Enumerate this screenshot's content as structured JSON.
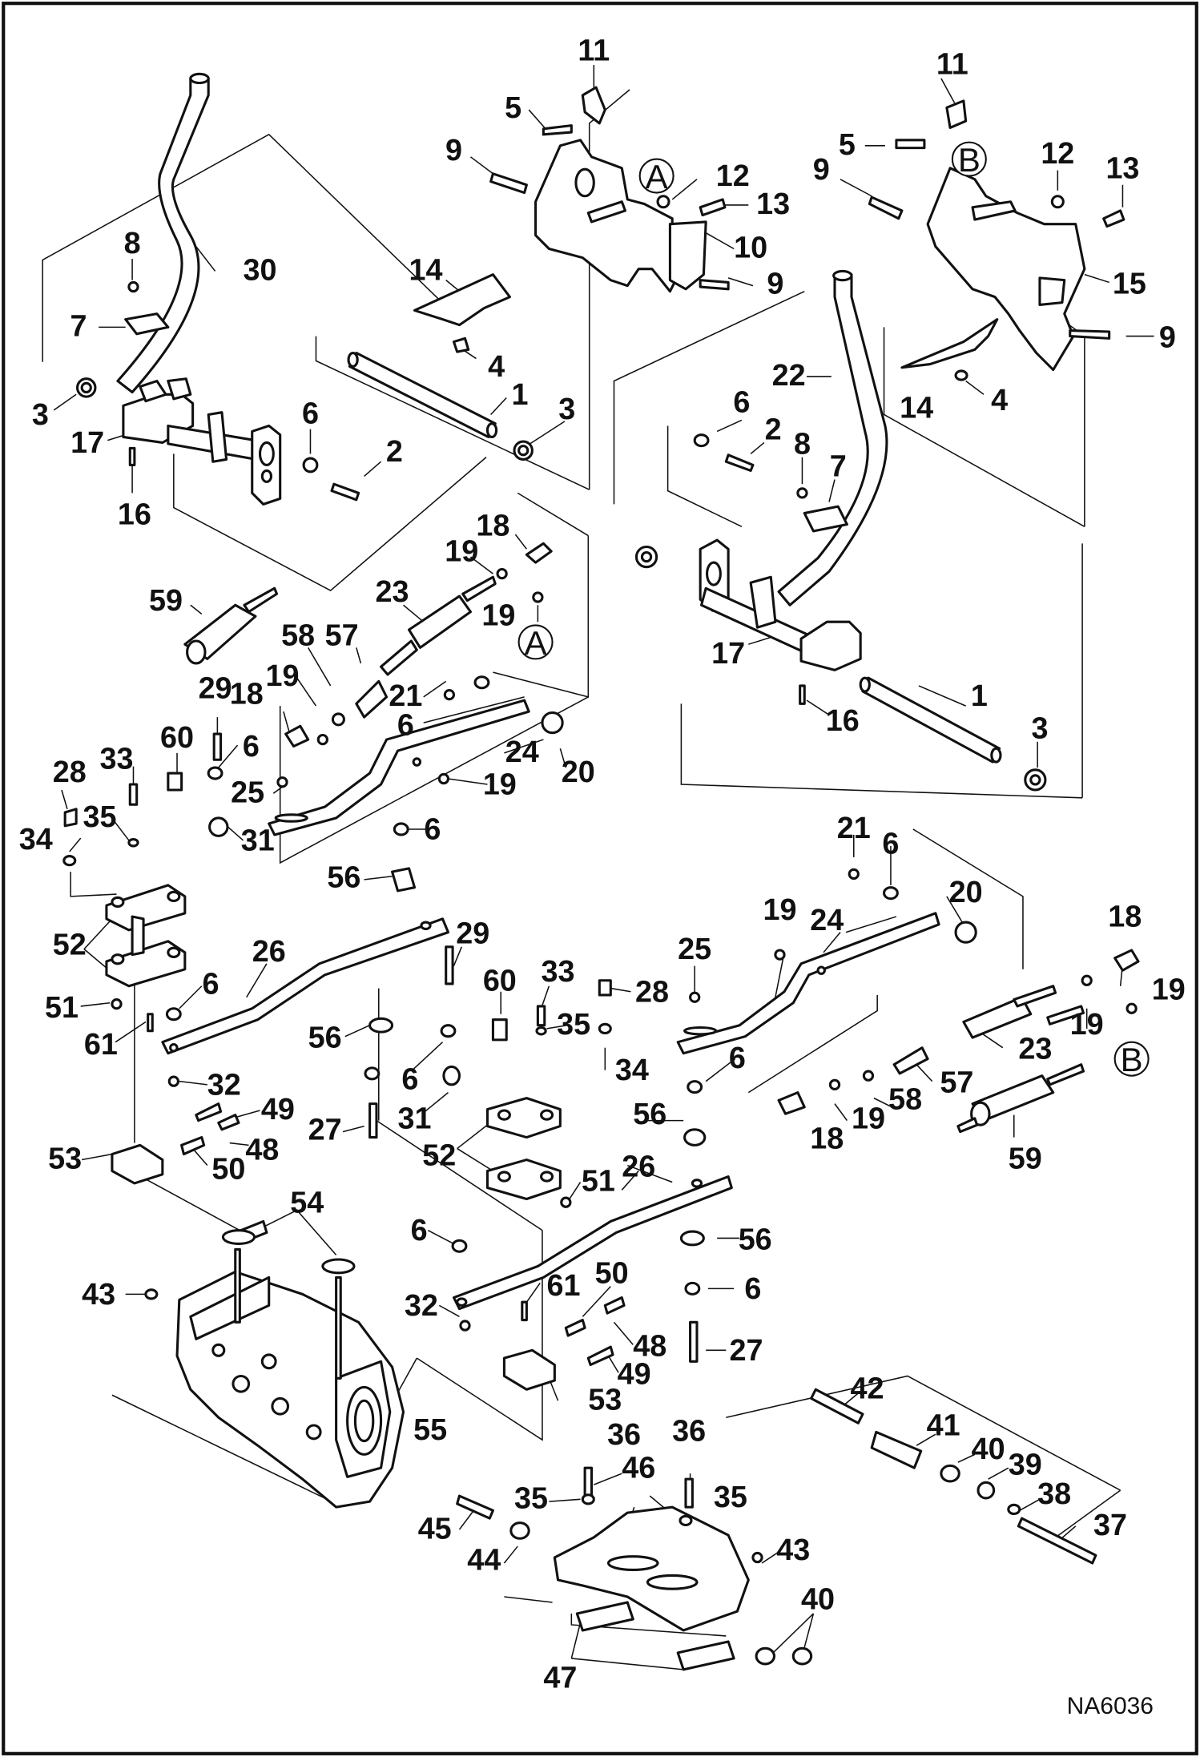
{
  "drawing_id": "NA6036",
  "ref_markers": [
    "A",
    "B"
  ],
  "callouts": [
    "1",
    "2",
    "3",
    "4",
    "5",
    "6",
    "7",
    "8",
    "9",
    "10",
    "11",
    "12",
    "13",
    "14",
    "15",
    "16",
    "17",
    "18",
    "19",
    "20",
    "21",
    "22",
    "23",
    "24",
    "25",
    "26",
    "27",
    "28",
    "29",
    "30",
    "31",
    "32",
    "33",
    "34",
    "35",
    "36",
    "37",
    "38",
    "39",
    "40",
    "41",
    "42",
    "43",
    "44",
    "45",
    "46",
    "47",
    "48",
    "49",
    "50",
    "51",
    "52",
    "53",
    "54",
    "55",
    "56",
    "57",
    "58",
    "59",
    "60",
    "61"
  ]
}
